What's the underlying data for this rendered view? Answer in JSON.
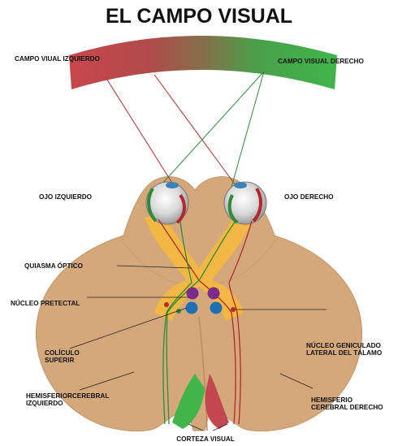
{
  "title": "EL CAMPO VISUAL",
  "labels": {
    "left_field": "CAMPO VIUAL IZQUIERDO",
    "right_field": "CAMPO VISUAL DERECHO",
    "left_eye": "OJO IZQUIERDO",
    "right_eye": "OJO DERECHO",
    "chiasm": "QUIASMA ÓPTICO",
    "pretectal": "NÚCLEO PRETECTAL",
    "colliculus_1": "COLÍCULO",
    "colliculus_2": "SUPERIR",
    "lgn_1": "NÚCLEO GENICULADO",
    "lgn_2": "LATERAL DEL TÁLAMO",
    "left_hemi_1": "HEMISFERIORCEREBRAL",
    "left_hemi_2": "IZQUIERDO",
    "right_hemi_1": "HEMISFERIO",
    "right_hemi_2": "CEREBRAL DERECHO",
    "cortex": "CORTEZA VISUAL"
  },
  "colors": {
    "field_left": "#c8474e",
    "field_right": "#3fb54a",
    "brain": "#d4a87a",
    "brain_inner": "#dcb088",
    "pathway_glow": "#f6b93d",
    "red_path": "#b3282d",
    "green_path": "#2f8a3a",
    "pretectal": "#7b2a8c",
    "colliculus": "#1f6fb5",
    "cortex_green": "#3fb54a",
    "cortex_red": "#c44750"
  }
}
